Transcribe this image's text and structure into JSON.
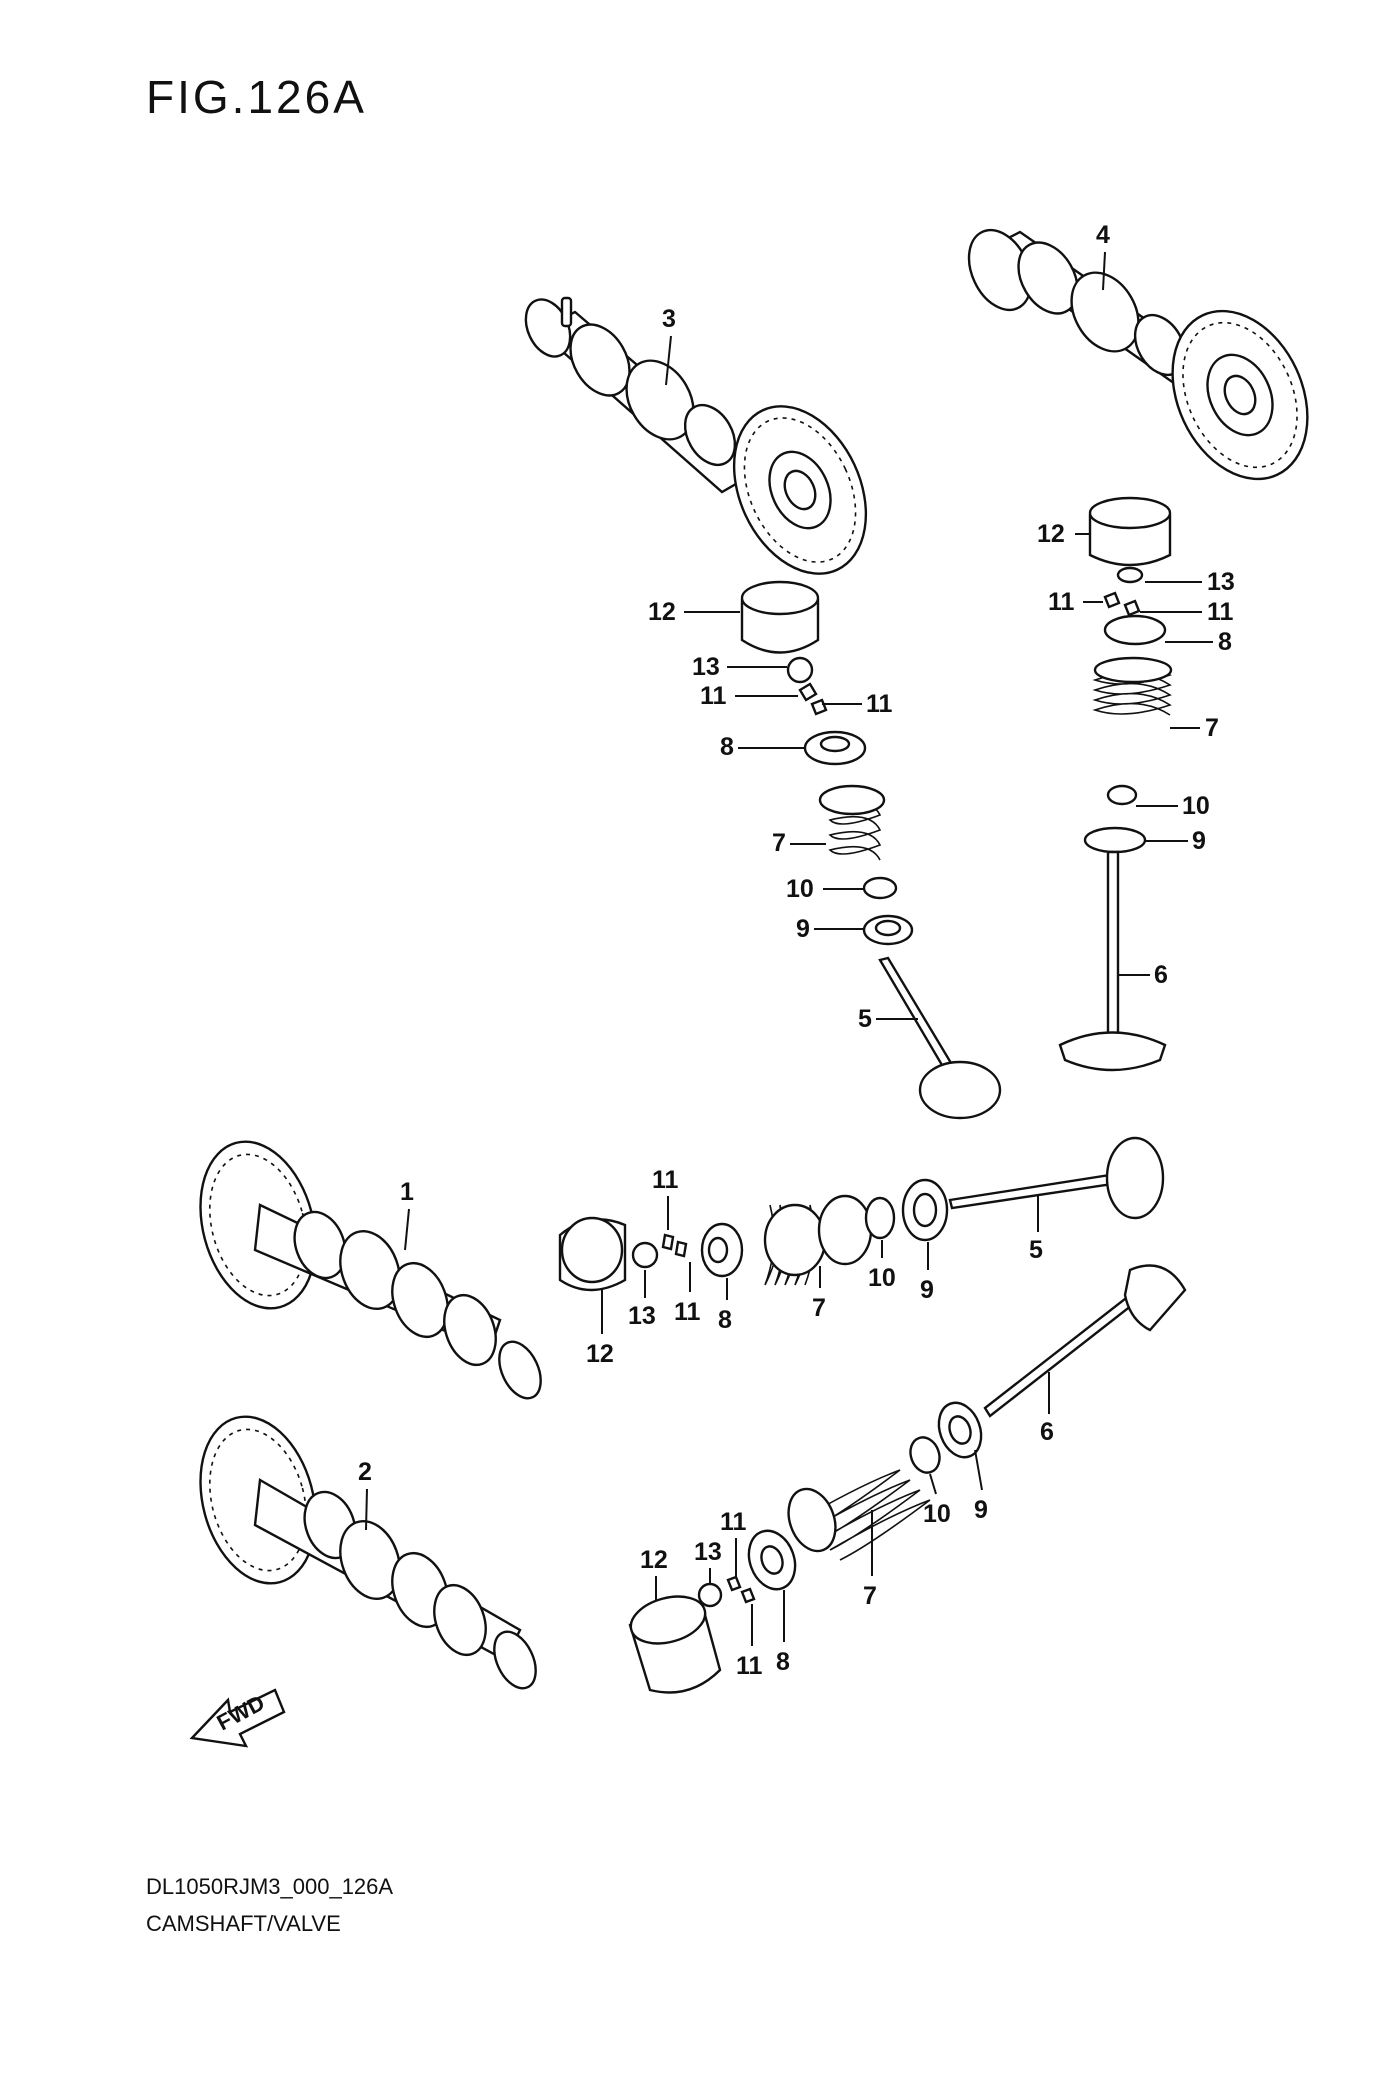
{
  "figure": {
    "title": "FIG.126A"
  },
  "callouts": {
    "c1": "1",
    "c2": "2",
    "c3": "3",
    "c4": "4",
    "c5": "5",
    "c6": "6",
    "c7": "7",
    "c8": "8",
    "c9": "9",
    "c10": "10",
    "c11": "11",
    "c12": "12",
    "c13": "13"
  },
  "caption": {
    "code": "DL1050RJM3_000_126A",
    "name": "CAMSHAFT/VALVE"
  },
  "fwd_marker": {
    "text": "FWD"
  }
}
